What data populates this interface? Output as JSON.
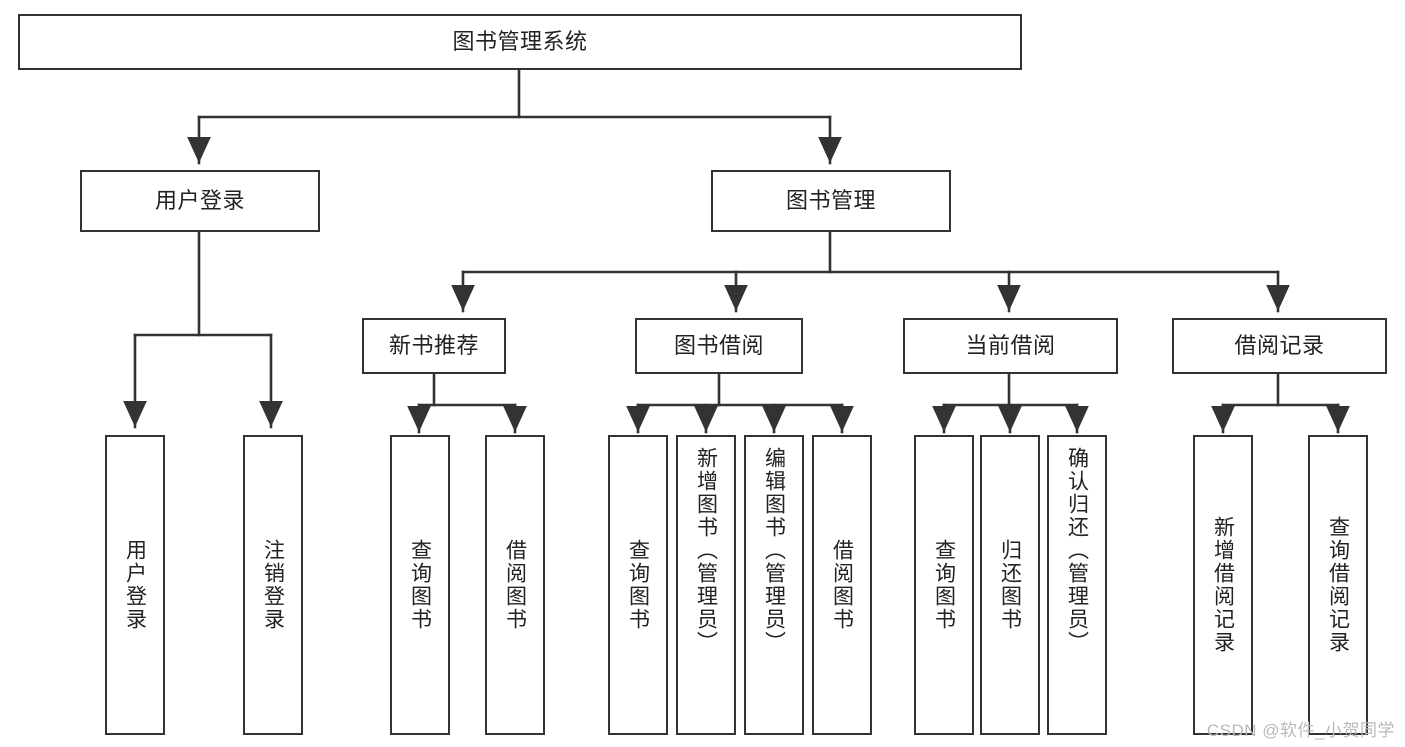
{
  "diagram": {
    "title": "图书管理系统",
    "type": "tree-hierarchy-diagram",
    "watermark": "CSDN @软件_小贺同学",
    "colors": {
      "box_border": "#333333",
      "box_fill": "#ffffff",
      "edge": "#333333",
      "text": "#222222",
      "watermark": "#b9b9b9",
      "background": "#ffffff"
    },
    "nodes": {
      "root": {
        "label": "图书管理系统"
      },
      "level2": [
        {
          "id": "user-login",
          "label": "用户登录"
        },
        {
          "id": "book-management",
          "label": "图书管理"
        }
      ],
      "level3": [
        {
          "id": "new-book-recommend",
          "label": "新书推荐"
        },
        {
          "id": "book-borrow",
          "label": "图书借阅"
        },
        {
          "id": "current-borrow",
          "label": "当前借阅"
        },
        {
          "id": "borrow-record",
          "label": "借阅记录"
        }
      ],
      "leaves": {
        "user_login": [
          {
            "id": "leaf-user-login",
            "label": "用户登录"
          },
          {
            "id": "leaf-user-logout",
            "label": "注销登录"
          }
        ],
        "new_book_recommend": [
          {
            "id": "leaf-query-book-1",
            "label": "查询图书"
          },
          {
            "id": "leaf-borrow-book-1",
            "label": "借阅图书"
          }
        ],
        "book_borrow": [
          {
            "id": "leaf-query-book-2",
            "label": "查询图书"
          },
          {
            "id": "leaf-add-book",
            "label": "新增图书（管理员）"
          },
          {
            "id": "leaf-edit-book",
            "label": "编辑图书（管理员）"
          },
          {
            "id": "leaf-borrow-book-2",
            "label": "借阅图书"
          }
        ],
        "current_borrow": [
          {
            "id": "leaf-query-book-3",
            "label": "查询图书"
          },
          {
            "id": "leaf-return-book",
            "label": "归还图书"
          },
          {
            "id": "leaf-confirm-return",
            "label": "确认归还（管理员）"
          }
        ],
        "borrow_record": [
          {
            "id": "leaf-add-record",
            "label": "新增借阅记录"
          },
          {
            "id": "leaf-query-record",
            "label": "查询借阅记录"
          }
        ]
      }
    }
  }
}
